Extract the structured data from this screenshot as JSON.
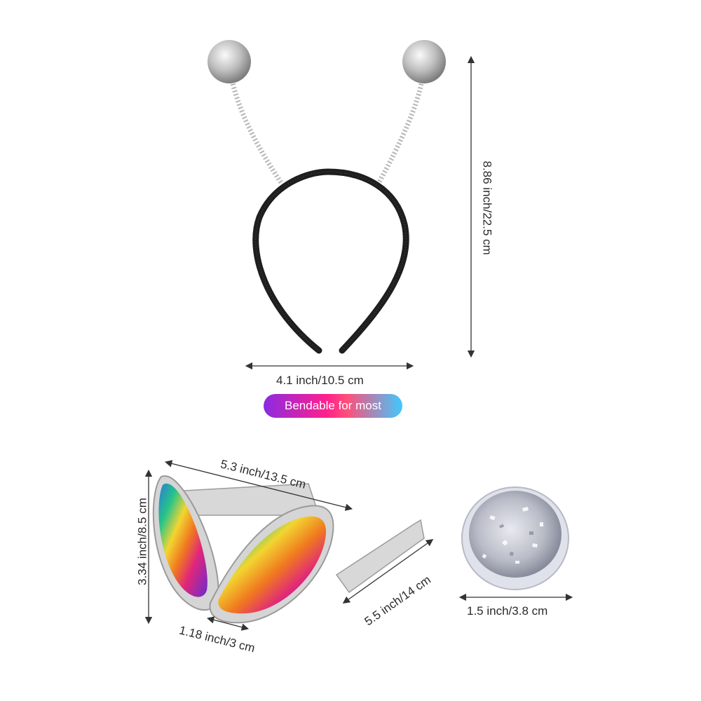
{
  "headband": {
    "height_label": "8.86 inch/22.5 cm",
    "width_label": "4.1 inch/10.5 cm",
    "badge_label": "Bendable for most"
  },
  "glasses": {
    "width_label": "5.3 inch/13.5 cm",
    "height_label": "3.34 inch/8.5 cm",
    "temple_label": "5.5 inch/14 cm",
    "bridge_label": "1.18 inch/3 cm"
  },
  "glitter_jar": {
    "diameter_label": "1.5 inch/3.8 cm"
  },
  "colors": {
    "headband": "#1e1e1e",
    "silver": "#c8c8c8",
    "badge_start": "#8a2be2",
    "badge_mid": "#ff1f8e",
    "badge_end": "#3fc9ff"
  }
}
